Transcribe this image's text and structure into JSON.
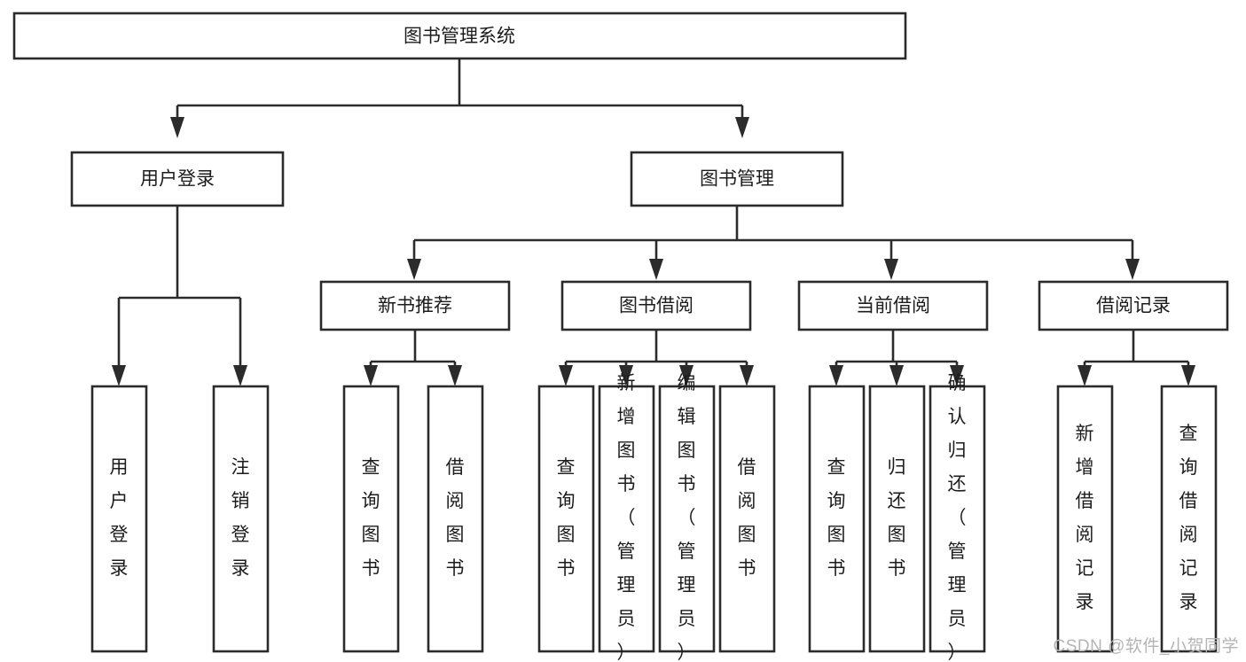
{
  "diagram": {
    "type": "tree-hierarchy",
    "title": "图书管理系统",
    "watermark": "CSDN @软件_小贺同学",
    "colors": {
      "stroke": "#2b2b2b",
      "fill": "#ffffff",
      "text": "#1c1c1c",
      "watermark": "#b4b4b4",
      "background": "#ffffff"
    },
    "root": {
      "label": "图书管理系统"
    },
    "level2": [
      {
        "label": "用户登录"
      },
      {
        "label": "图书管理"
      }
    ],
    "level3": [
      {
        "label": "新书推荐"
      },
      {
        "label": "图书借阅"
      },
      {
        "label": "当前借阅"
      },
      {
        "label": "借阅记录"
      }
    ],
    "leaves": {
      "user_login": [
        {
          "label": "用户登录"
        },
        {
          "label": "注销登录"
        }
      ],
      "new_book_recommend": [
        {
          "label": "查询图书"
        },
        {
          "label": "借阅图书"
        }
      ],
      "book_borrow": [
        {
          "label": "查询图书"
        },
        {
          "label": "新增图书（管理员）"
        },
        {
          "label": "编辑图书（管理员）"
        },
        {
          "label": "借阅图书"
        }
      ],
      "current_borrow": [
        {
          "label": "查询图书"
        },
        {
          "label": "归还图书"
        },
        {
          "label": "确认归还（管理员）"
        }
      ],
      "borrow_record": [
        {
          "label": "新增借阅记录"
        },
        {
          "label": "查询借阅记录"
        }
      ]
    }
  }
}
